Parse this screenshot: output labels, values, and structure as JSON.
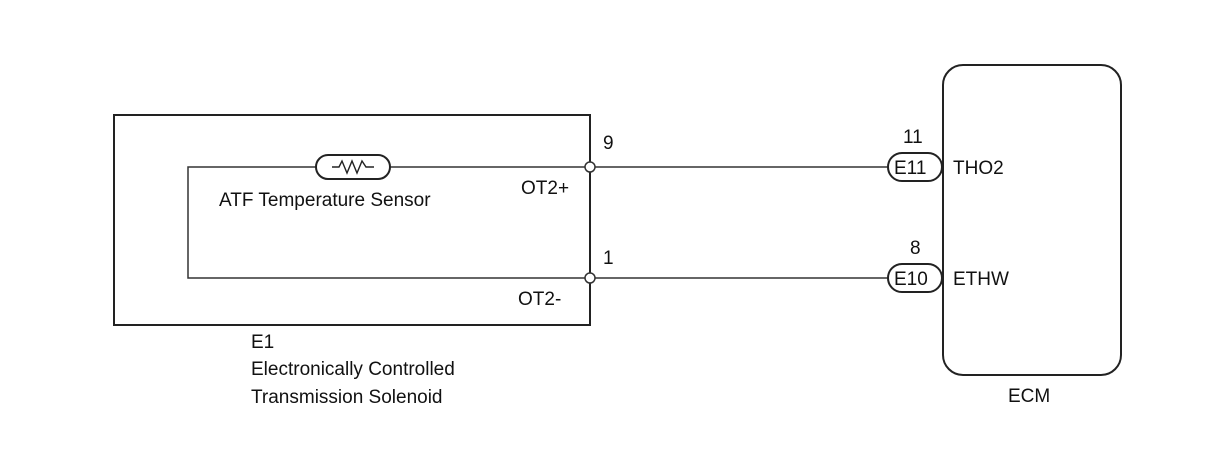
{
  "component": {
    "id": "E1",
    "name_line1": "Electronically Controlled",
    "name_line2": "Transmission Solenoid",
    "sensor_label": "ATF Temperature Sensor",
    "pins": [
      {
        "number": "9",
        "name": "OT2+"
      },
      {
        "number": "1",
        "name": "OT2-"
      }
    ]
  },
  "ecm": {
    "label": "ECM",
    "connectors": [
      {
        "pin": "11",
        "connector": "E11",
        "signal": "THO2"
      },
      {
        "pin": "8",
        "connector": "E10",
        "signal": "ETHW"
      }
    ]
  },
  "colors": {
    "line": "#333333",
    "box": "#222222",
    "text": "#111111"
  }
}
